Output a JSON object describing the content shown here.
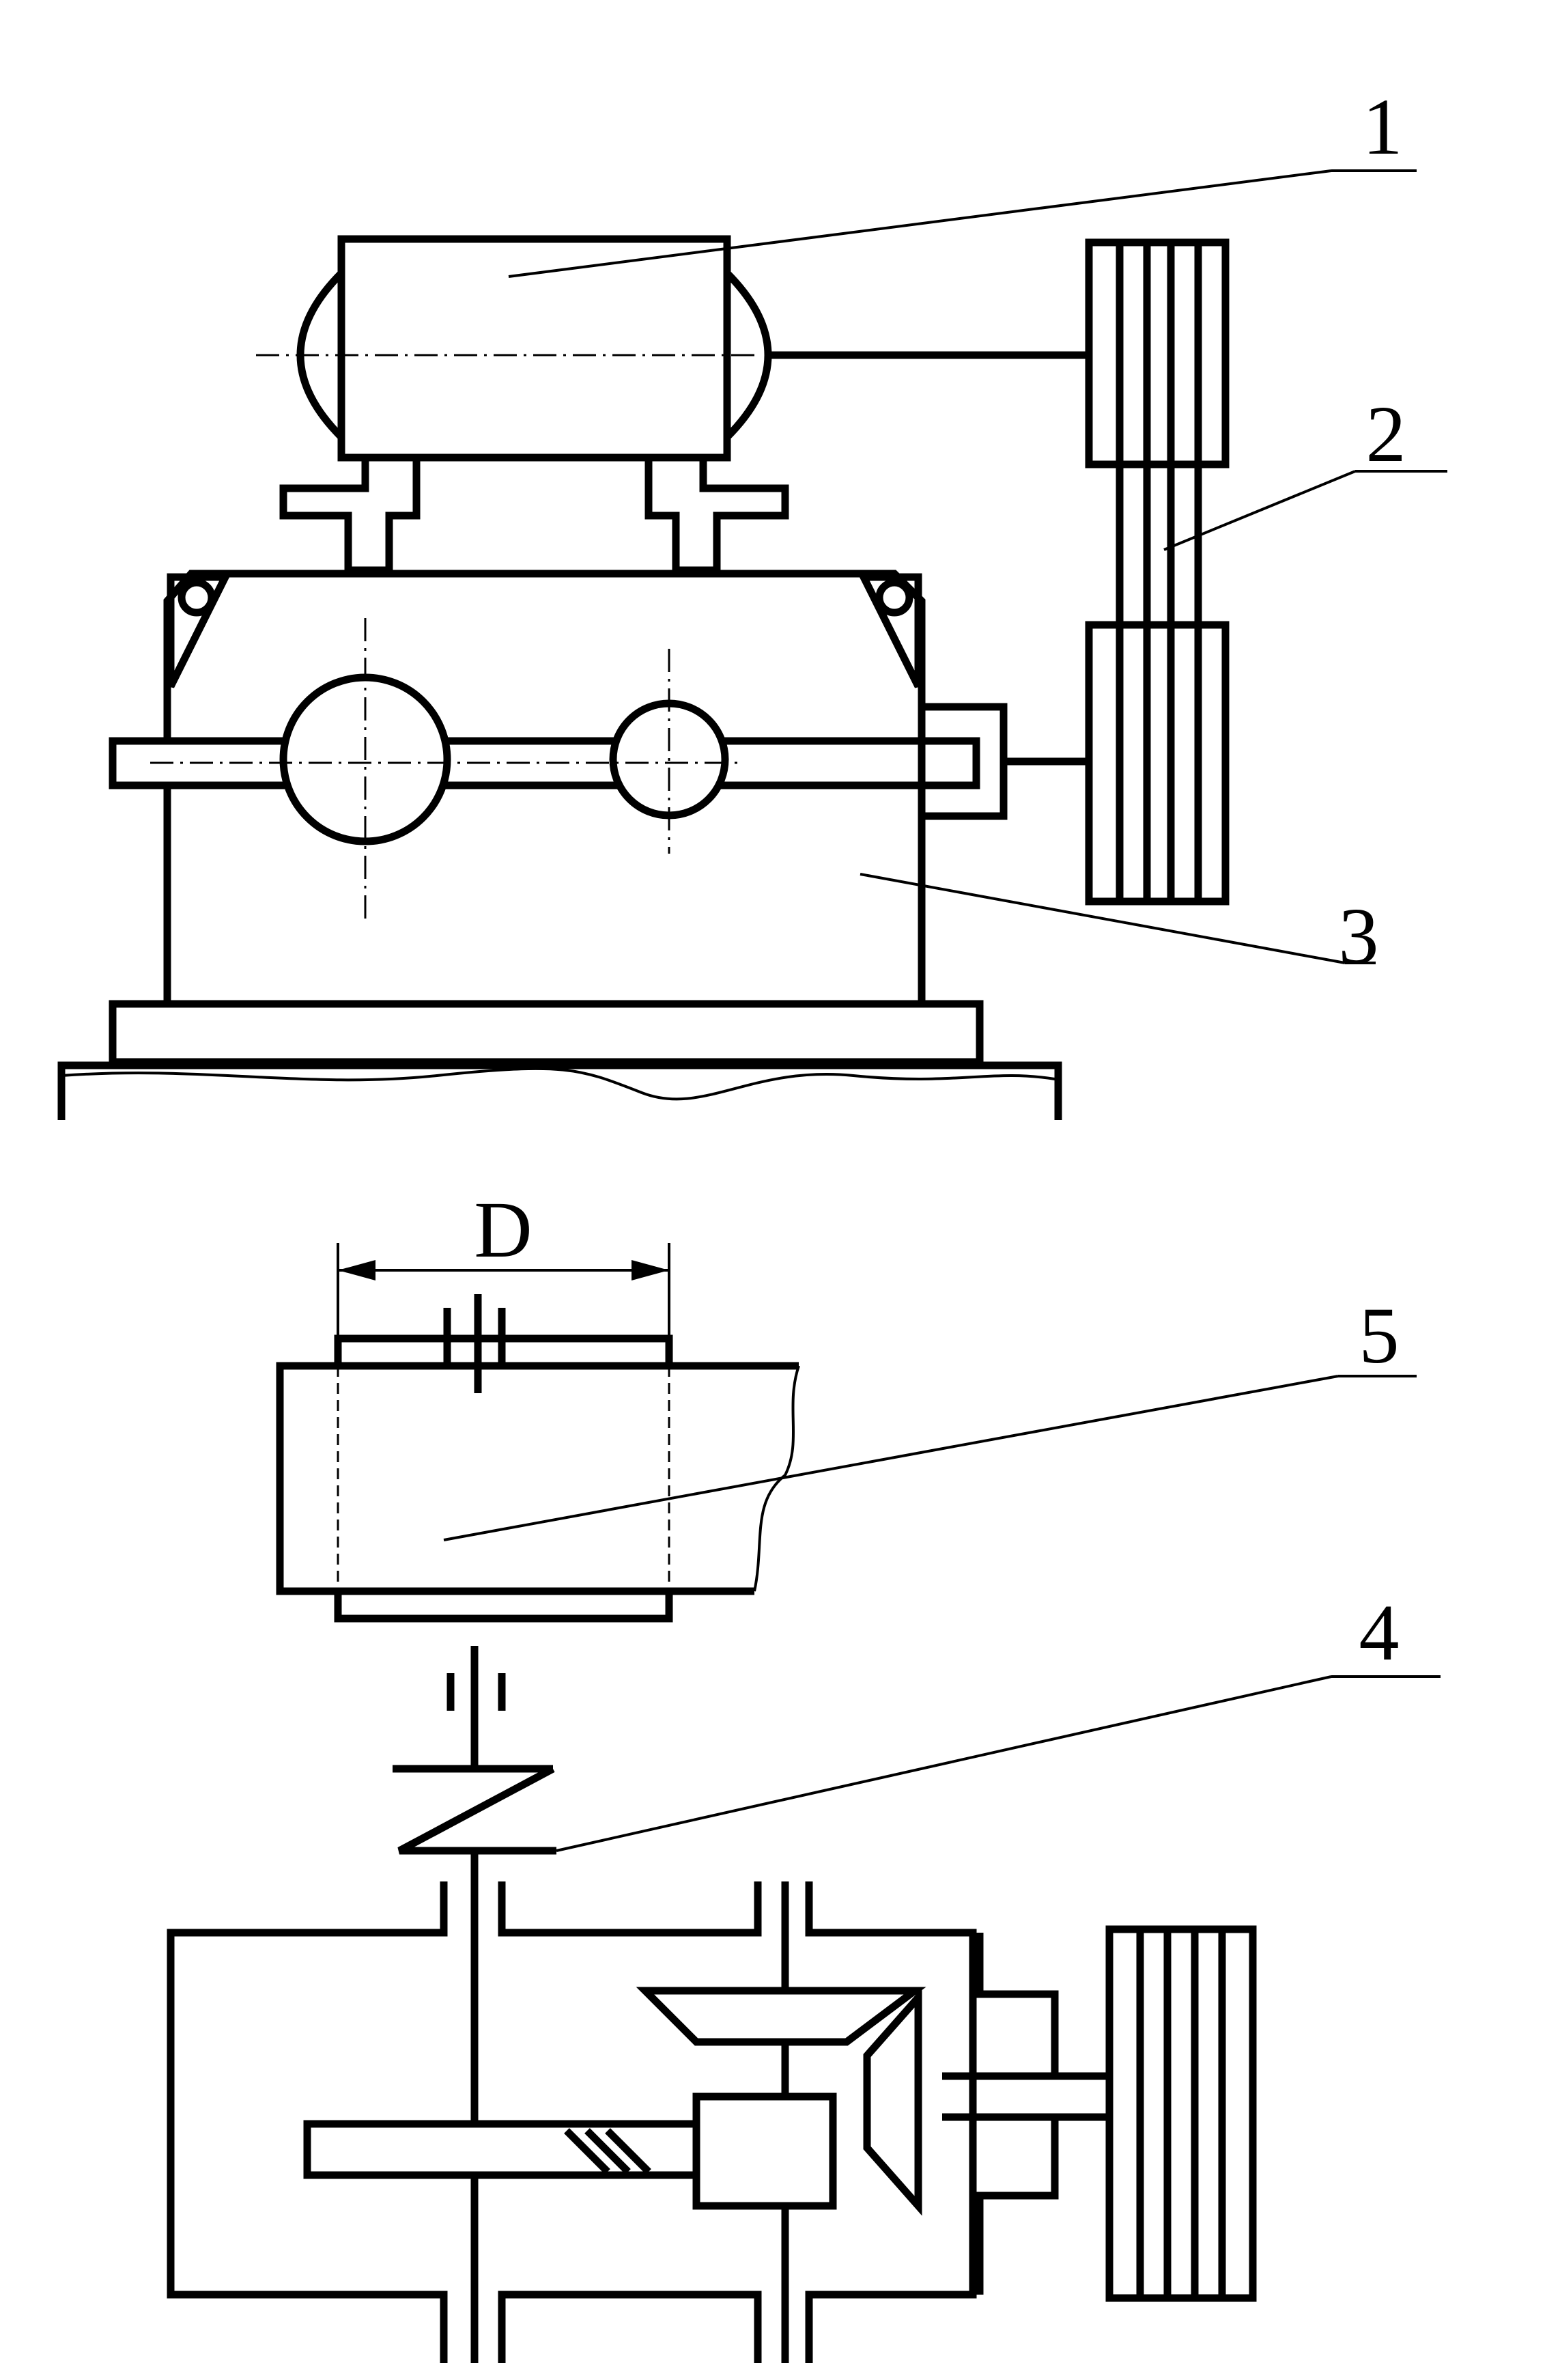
{
  "labels": {
    "l1": "1",
    "l2": "2",
    "l3": "3",
    "l4": "4",
    "l5": "5",
    "dim": "D"
  },
  "colors": {
    "stroke": "#000000",
    "background": "#ffffff"
  }
}
